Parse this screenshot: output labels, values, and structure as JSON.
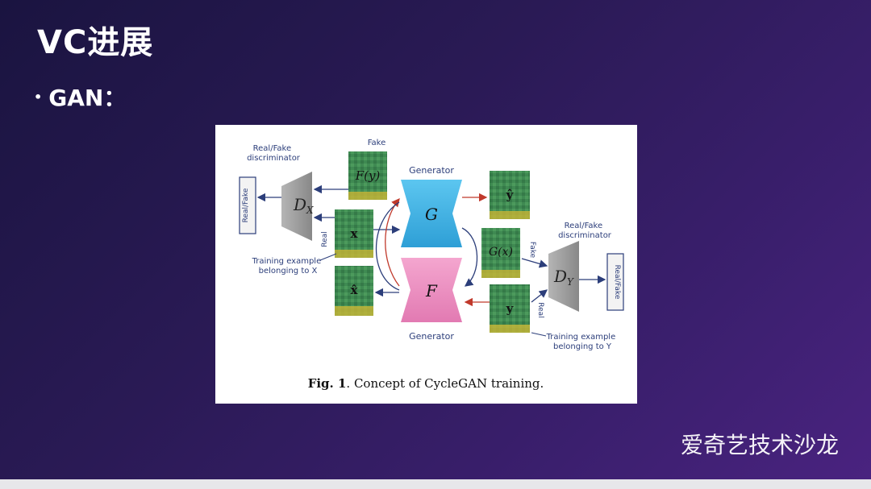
{
  "slide": {
    "title": "VC进展",
    "bullet_marker": "•",
    "bullet": "GAN："
  },
  "figure": {
    "label_fake_top": "Fake",
    "label_real_fake_discriminator_left": "Real/Fake\ndiscriminator",
    "label_real_fake_discriminator_right": "Real/Fake\ndiscriminator",
    "box_left": "Real/Fake",
    "box_right": "Real/Fake",
    "dx": "D",
    "dx_sub": "X",
    "dy": "D",
    "dy_sub": "Y",
    "fy": "F(y)",
    "x_top": "x",
    "x_bottom": "x̂",
    "y_hat": "ŷ",
    "gx": "G(x)",
    "y_real": "y",
    "generator_top": "Generator",
    "generator_bottom": "Generator",
    "g": "G",
    "f": "F",
    "real_left": "Real",
    "fake_right": "Fake",
    "real_right": "Real",
    "training_x": "Training example\nbelonging to X",
    "training_y": "Training example\nbelonging to Y",
    "caption_bold": "Fig. 1",
    "caption_rest": ". Concept of CycleGAN training."
  },
  "watermark": "爱奇艺技术沙龙",
  "colors": {
    "generator_g": "#43b3e6",
    "generator_f": "#ee8fc3",
    "discriminator": "#9a9a9a",
    "spectrogram_bg": "#3f8a52",
    "arrow_red": "#c0392b",
    "arrow_blue": "#2c3e7a"
  }
}
